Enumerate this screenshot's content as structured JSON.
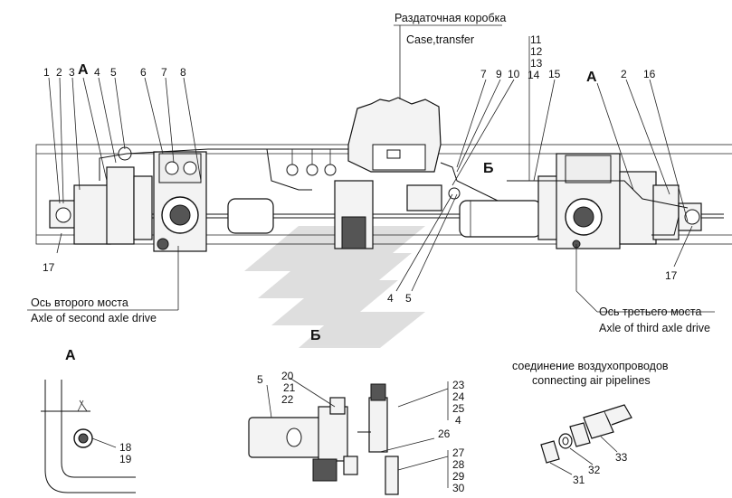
{
  "labels": {
    "transfer_ru": "Раздаточная коробка",
    "transfer_en": "Case,transfer",
    "second_axle_ru": "Ось второго моста",
    "second_axle_en": "Axle of second axle drive",
    "third_axle_ru": "Ось третьего моста",
    "third_axle_en": "Axle of third axle drive",
    "conn_ru": "соединение воздухопроводов",
    "conn_en": "connecting air pipelines",
    "view_a": "А",
    "view_b": "Б"
  },
  "callouts": {
    "c1": "1",
    "c2": "2",
    "c3": "3",
    "c4": "4",
    "c5": "5",
    "c6": "6",
    "c7": "7",
    "c8": "8",
    "c17": "17",
    "r7": "7",
    "r9": "9",
    "r10": "10",
    "r11": "11",
    "r12": "12",
    "r13": "13",
    "r14": "14",
    "r15": "15",
    "r2": "2",
    "r16": "16",
    "r17": "17",
    "m4": "4",
    "m5": "5",
    "a18": "18",
    "a19": "19",
    "b5": "5",
    "b20": "20",
    "b21": "21",
    "b22": "22",
    "b23": "23",
    "b24": "24",
    "b25": "25",
    "b4": "4",
    "b26": "26",
    "b27": "27",
    "b28": "28",
    "b29": "29",
    "b30": "30",
    "c31": "31",
    "c32": "32",
    "c33": "33"
  }
}
